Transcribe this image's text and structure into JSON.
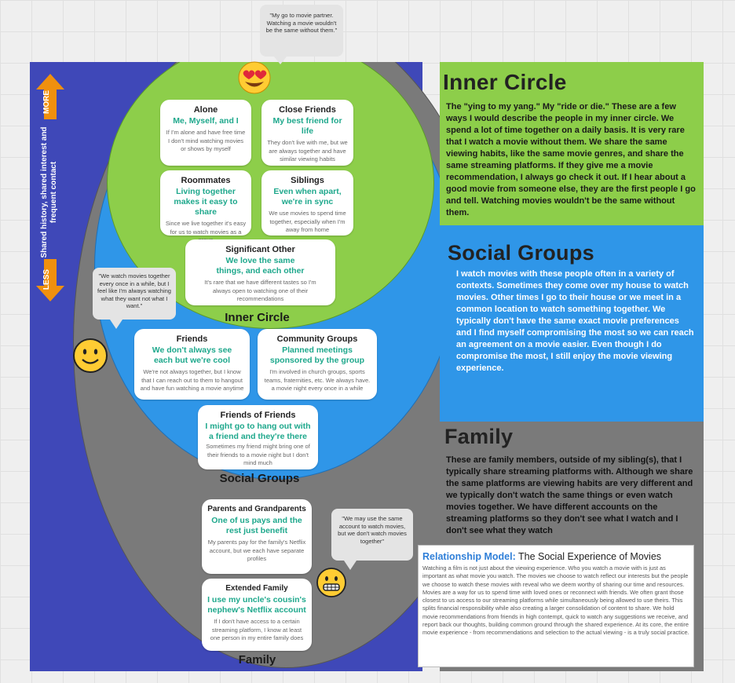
{
  "inner_panel": {
    "title": "Inner Circle",
    "body": "The \"ying to my yang.\" My \"ride or die.\" These are a few ways I would describe the people in my inner circle. We spend a lot of time together on a daily basis. It is very rare that I watch a movie without them. We share the same viewing habits, like the same movie genres, and share the same streaming platforms. If they give me a movie recommendation, I always go check it out. If I hear about a good movie from someone else, they are the first people I go and tell. Watching movies wouldn't be the same without them."
  },
  "social_panel": {
    "title": "Social Groups",
    "body": "I watch movies with these people often in a variety of contexts. Sometimes they come over my house to watch movies. Other times I go to their house or we meet in a common location to watch something together. We typically don't have the same exact movie preferences and I find myself compromising the most so we can reach an agreement on a movie easier. Even though I do compromise the most, I still enjoy the movie viewing experience."
  },
  "family_panel": {
    "title": "Family",
    "body": "These are family members, outside of my sibling(s), that I typically share streaming platforms with. Although we share the same platforms are viewing habits are very different and we typically don't watch the same things or even watch movies together. We have different accounts on the streaming platforms so they don't see what I watch and I don't see what they watch"
  },
  "axis": {
    "more": "MORE",
    "less": "LESS",
    "label": "Shared history, shared interest and frequent contact"
  },
  "ring_labels": {
    "inner": "Inner Circle",
    "social": "Social Groups",
    "family": "Family"
  },
  "cards": {
    "alone": {
      "title": "Alone",
      "sub": "Me, Myself, and I",
      "desc": "If I'm alone and have free time I don't mind watching movies or shows by myself"
    },
    "close_friends": {
      "title": "Close Friends",
      "sub": "My best friend for life",
      "desc": "They don't live with me, but we are always together and have similar viewing habits"
    },
    "roommates": {
      "title": "Roommates",
      "sub": "Living together makes it easy to share",
      "desc": "Since we live together it's easy for us to watch movies as a group"
    },
    "siblings": {
      "title": "Siblings",
      "sub": "Even when apart, we're in sync",
      "desc": "We use movies to spend time together, especially when I'm away from home"
    },
    "significant_other": {
      "title": "Significant Other",
      "sub": "We love the same things, and each other",
      "desc": "It's rare that we have different tastes so I'm always open to watching one of their recommendations"
    },
    "friends": {
      "title": "Friends",
      "sub": "We don't always see each but we're cool",
      "desc": "We're not always together, but I know that I can reach out to them to hangout and have fun watching a movie anytime"
    },
    "community_groups": {
      "title": "Community Groups",
      "sub": "Planned meetings sponsored by the group",
      "desc": "I'm involved in church groups, sports teams, fraternities, etc. We always have. a movie night every once in a while"
    },
    "friends_of_friends": {
      "title": "Friends of Friends",
      "sub": "I might go to hang out with a friend and they're there",
      "desc": "Sometimes my friend might bring one of their friends to a movie night but I don't mind much"
    },
    "parents": {
      "title": "Parents and Grandparents",
      "sub": "One of us pays and the rest just benefit",
      "desc": "My parents pay for the family's Netflix account, but we each have separate profiles"
    },
    "extended_family": {
      "title": "Extended Family",
      "sub": "I use my uncle's cousin's nephew's Netflix account",
      "desc": "If I don't have access to a certain streaming platform, I know at least one person in my entire family does"
    }
  },
  "bubbles": {
    "inner": "\"My go to movie partner. Watching a movie wouldn't be the same without them.\"",
    "social": "\"We watch movies together every once in a while, but I feel like I'm always watching what they want not what I want.\"",
    "family": "\"We may use the same account to watch movies, but we don't watch movies together\""
  },
  "emojis": {
    "inner": "heart-eyes-emoji",
    "social": "smiling-emoji",
    "family": "grimacing-emoji"
  },
  "model": {
    "title_highlight": "Relationship Model:",
    "title_rest": " The Social Experience of Movies",
    "body": "Watching a film is not just about the viewing experience. Who you watch a movie with is just as important as what movie you watch. The movies we choose to watch reflect our interests but the people we choose to watch these movies with reveal who we deem worthy of sharing our time and resources. Movies are a way for us to spend time with loved ones or reconnect with friends. We often grant those closest to us access to our streaming platforms while simultaneously being allowed to use theirs. This splits financial responsibility while also creating a larger consolidation of content to share. We hold movie recommendations from friends in high contempt, quick to watch any suggestions we receive, and report back our thoughts, building common ground through the shared experience. At its core, the entire movie experience - from recommendations and selection to the actual viewing - is a truly social practice."
  },
  "colors": {
    "inner": "#8dce4a",
    "social": "#2f96e8",
    "family": "#7a7a7a",
    "band": "#3f48b8",
    "arrow": "#f0900e",
    "subtitle": "#1ea88c"
  }
}
